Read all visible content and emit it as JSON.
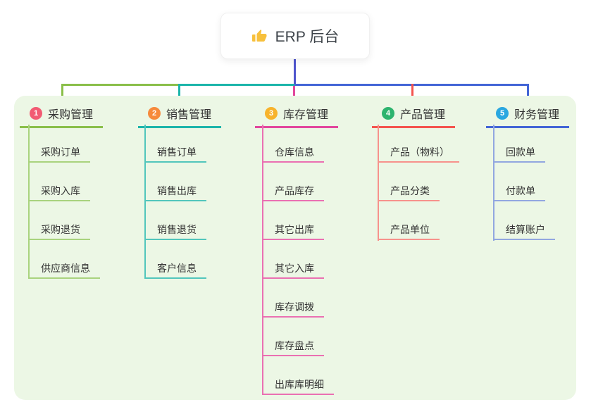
{
  "root": {
    "label": "ERP 后台",
    "icon": "thumbs-up",
    "icon_color": "#f7c03c",
    "line_color": "#4f55cd"
  },
  "canvas": {
    "background": "#ffffff",
    "panel_bg": "#ecf7e5",
    "text_color": "#333333"
  },
  "branches": [
    {
      "index": "1",
      "label": "采购管理",
      "badge_color": "#f25b73",
      "color": "#8abf4a",
      "child_color": "#a9d37e",
      "children": [
        "采购订单",
        "采购入库",
        "采购退货",
        "供应商信息"
      ]
    },
    {
      "index": "2",
      "label": "销售管理",
      "badge_color": "#f68a3c",
      "color": "#1cb5aa",
      "child_color": "#52c6bc",
      "children": [
        "销售订单",
        "销售出库",
        "销售退货",
        "客户信息"
      ]
    },
    {
      "index": "3",
      "label": "库存管理",
      "badge_color": "#f7b32c",
      "color": "#e2479d",
      "child_color": "#ea70b2",
      "children": [
        "仓库信息",
        "产品库存",
        "其它出库",
        "其它入库",
        "库存调拨",
        "库存盘点",
        "出库库明细"
      ]
    },
    {
      "index": "4",
      "label": "产品管理",
      "badge_color": "#2db46e",
      "color": "#f4544e",
      "child_color": "#f7928c",
      "children": [
        "产品（物料）",
        "产品分类",
        "产品单位"
      ]
    },
    {
      "index": "5",
      "label": "财务管理",
      "badge_color": "#2aa7e0",
      "color": "#4365d6",
      "child_color": "#92a7e0",
      "children": [
        "回款单",
        "付款单",
        "结算账户"
      ]
    }
  ]
}
